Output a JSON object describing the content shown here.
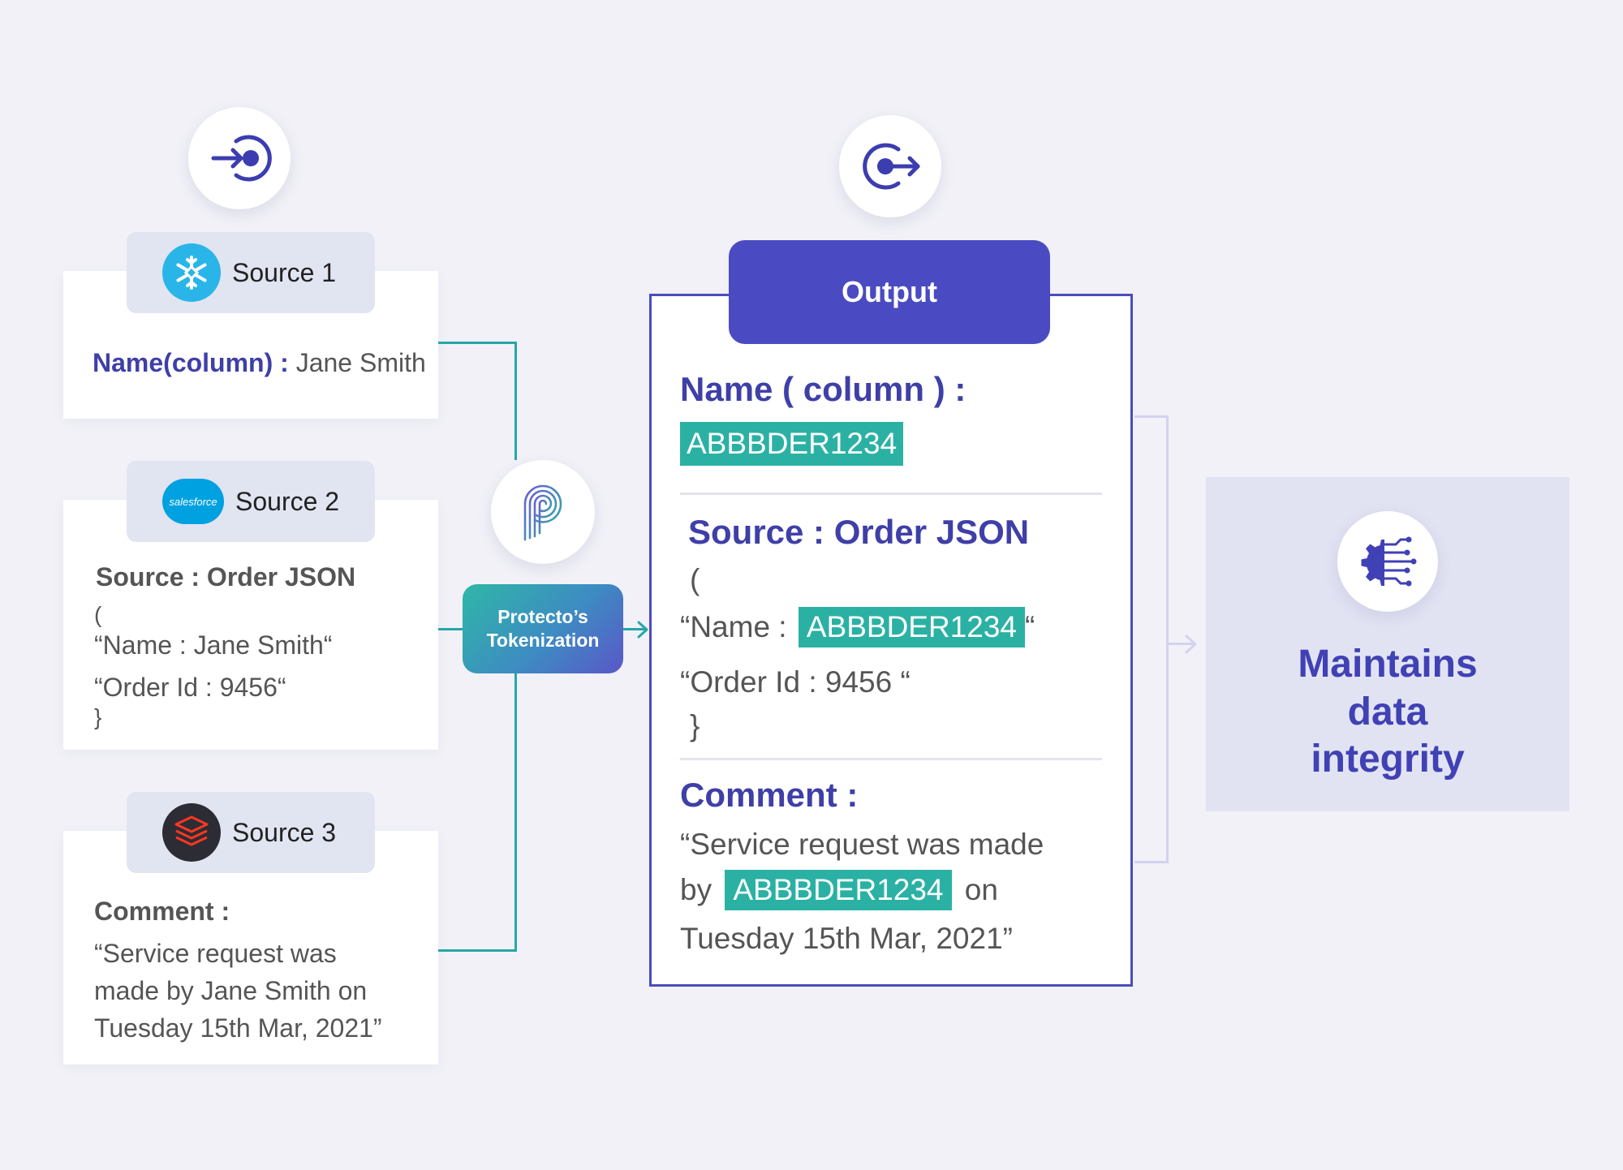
{
  "sources": [
    {
      "label": "Source 1",
      "logo": "snowflake-logo",
      "field_label": "Name(column) :",
      "field_value": "Jane Smith"
    },
    {
      "label": "Source 2",
      "logo": "salesforce-logo",
      "logo_text": "salesforce",
      "field_label": "Source : Order JSON",
      "lines": [
        "(",
        "“Name : Jane Smith“",
        "“Order Id : 9456“",
        "}"
      ]
    },
    {
      "label": "Source 3",
      "logo": "databricks-logo",
      "field_label": "Comment :",
      "lines": [
        "“Service request was",
        "made by Jane Smith on",
        "Tuesday 15th Mar, 2021”"
      ]
    }
  ],
  "tokenization": {
    "line1": "Protecto’s",
    "line2": "Tokenization"
  },
  "output": {
    "title": "Output",
    "name_label": "Name ( column ) :",
    "token": "ABBBDER1234",
    "source_label": "Source : Order JSON",
    "open_paren": "(",
    "name_prefix": "“Name :",
    "name_suffix": "“",
    "order_line": "“Order Id : 9456 “",
    "close_brace": "}",
    "comment_label": "Comment :",
    "comment_line1": "“Service request was made",
    "comment_by": "by",
    "comment_on": "on",
    "comment_line3": "Tuesday 15th Mar, 2021”"
  },
  "integrity": {
    "line1": "Maintains",
    "line2": "data",
    "line3": "integrity"
  },
  "colors": {
    "accent": "#4a4bc2",
    "teal": "#2bb1a4",
    "label": "#3f3fa8",
    "background": "#f1f1f7"
  },
  "icons": [
    "input-icon",
    "output-icon",
    "fingerprint-icon",
    "gear-circuit-icon"
  ]
}
